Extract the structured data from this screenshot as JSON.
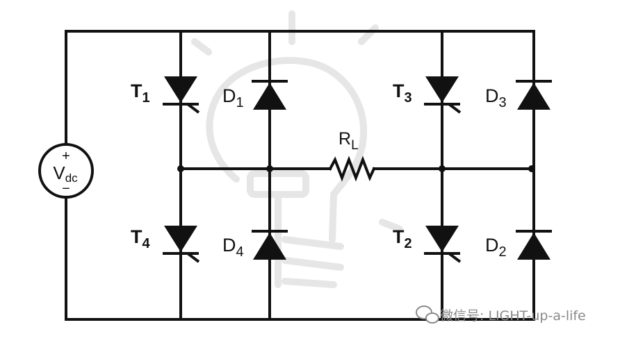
{
  "source": {
    "plus": "+",
    "name": "V",
    "sub": "dc",
    "minus": "−"
  },
  "load": {
    "name": "R",
    "sub": "L"
  },
  "thyristors": [
    {
      "name": "T",
      "sub": "1"
    },
    {
      "name": "T",
      "sub": "3"
    },
    {
      "name": "T",
      "sub": "4"
    },
    {
      "name": "T",
      "sub": "2"
    }
  ],
  "diodes": [
    {
      "name": "D",
      "sub": "1"
    },
    {
      "name": "D",
      "sub": "3"
    },
    {
      "name": "D",
      "sub": "4"
    },
    {
      "name": "D",
      "sub": "2"
    }
  ],
  "watermark": {
    "text": "微信号: LIGHT-up-a-life"
  }
}
